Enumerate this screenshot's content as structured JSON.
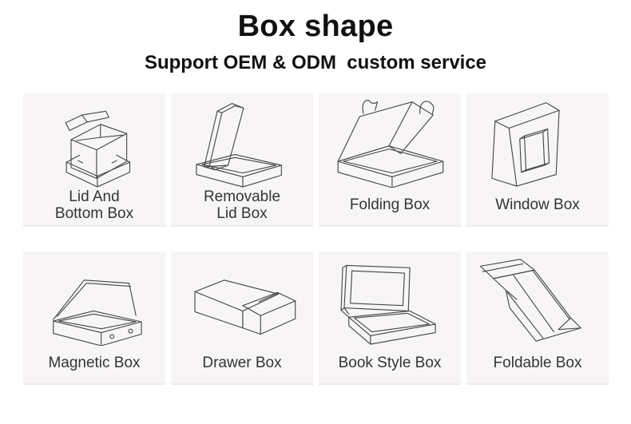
{
  "header": {
    "title": "Box shape",
    "subtitle": "Support OEM & ODM  custom service"
  },
  "colors": {
    "page_bg": "#ffffff",
    "cell_bg": "#f7f5f5",
    "line_art": "#454545",
    "text": "#111111",
    "label_text": "#353535"
  },
  "grid": {
    "items": [
      {
        "name": "lid-and-bottom-box",
        "icon": "lid-and-bottom-box-drawing",
        "line1": "Lid And",
        "line2": "Bottom Box"
      },
      {
        "name": "removable-lid-box",
        "icon": "removable-lid-box-drawing",
        "line1": "Removable",
        "line2": "Lid Box"
      },
      {
        "name": "folding-box",
        "icon": "folding-box-drawing",
        "line1": "Folding Box"
      },
      {
        "name": "window-box",
        "icon": "window-box-drawing",
        "line1": "Window Box"
      },
      {
        "name": "magnetic-box",
        "icon": "magnetic-box-drawing",
        "line1": "Magnetic Box"
      },
      {
        "name": "drawer-box",
        "icon": "drawer-box-drawing",
        "line1": "Drawer Box"
      },
      {
        "name": "book-style-box",
        "icon": "book-style-box-drawing",
        "line1": "Book Style Box"
      },
      {
        "name": "foldable-box",
        "icon": "foldable-box-drawing",
        "line1": "Foldable Box"
      }
    ]
  }
}
